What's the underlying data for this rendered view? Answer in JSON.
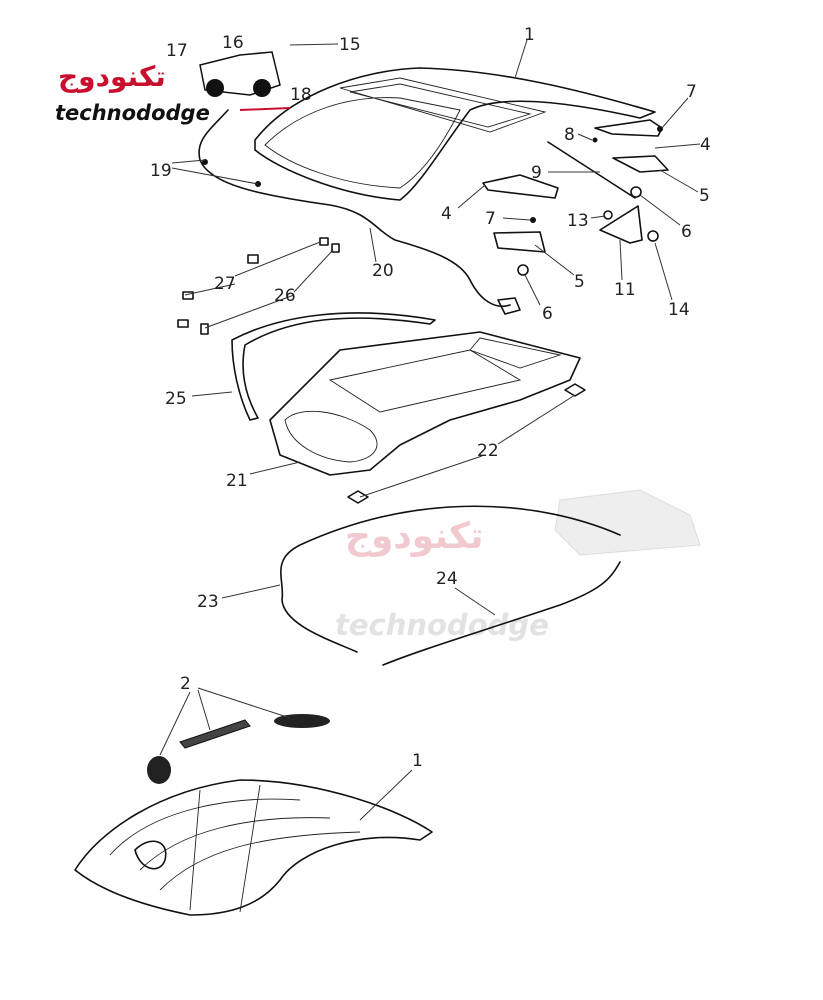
{
  "logo": {
    "arabic": "تكنودوج",
    "latin": "technododge"
  },
  "watermark": {
    "arabic": "تكنودوج",
    "latin": "technododge"
  },
  "callouts": [
    "1",
    "7",
    "4",
    "8",
    "9",
    "5",
    "6",
    "4",
    "7",
    "13",
    "5",
    "6",
    "11",
    "14",
    "17",
    "16",
    "15",
    "18",
    "19",
    "20",
    "27",
    "26",
    "25",
    "22",
    "21",
    "23",
    "24",
    "2",
    "1"
  ]
}
